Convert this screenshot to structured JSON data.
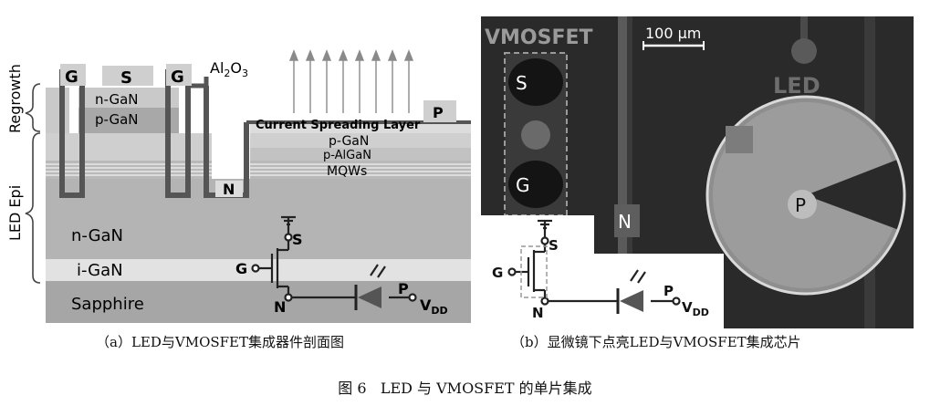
{
  "panel_a": {
    "gate_left": "G",
    "source": "S",
    "gate_right": "G",
    "al2o3_label": "Al2O3",
    "n_gan_top": "n-GaN",
    "p_gan_top": "p-GaN",
    "current_spreading": "Current Spreading Layer",
    "p_contact": "P",
    "p_gan_led": "p-GaN",
    "p_algan": "p-AlGaN",
    "mqws": "MQWs",
    "n_contact": "N",
    "regrowth": "Regrowth",
    "led_epi": "LED Epi",
    "n_gan_bottom": "n-GaN",
    "i_gan": "i-GaN",
    "sapphire": "Sapphire",
    "circuit": {
      "s": "S",
      "g": "G",
      "n": "N",
      "p": "P",
      "vdd": "VDD"
    }
  },
  "panel_b": {
    "scale_bar": "100 μm",
    "vmosfet_label": "VMOSFET",
    "led_label": "LED",
    "source": "S",
    "gate": "G",
    "n_pad": "N",
    "p_pad": "P",
    "circuit": {
      "s": "S",
      "g": "G",
      "n": "N",
      "p": "P",
      "vdd": "VDD"
    }
  },
  "captions": {
    "a": "（a）LED与VMOSFET集成器件剖面图",
    "b": "（b）显微镜下点亮LED与VMOSFET集成芯片",
    "figure": "图 6   LED 与 VMOSFET 的单片集成"
  },
  "colors": {
    "metal": "#555555",
    "sapphire": "#a6a6a6",
    "n_gan": "#b4b4b4",
    "i_gan": "#e2e2e2",
    "chip_bg": "#2a2a2a",
    "led_glow": "#9c9c9c"
  }
}
